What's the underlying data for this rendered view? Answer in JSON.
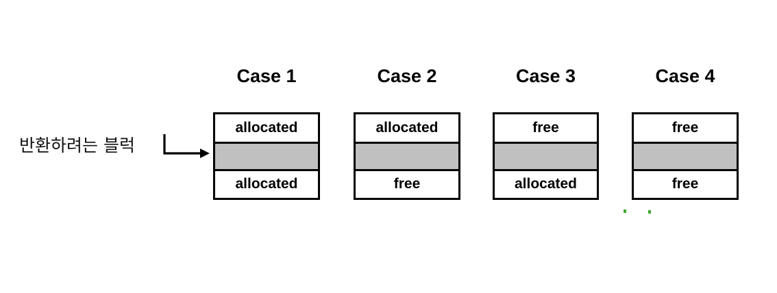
{
  "figure": {
    "background_color": "#ffffff",
    "block_border_color": "#000000",
    "target_block_fill": "#c0c0c0",
    "artifact_color": "#3ea832"
  },
  "annotation": {
    "label": "반환하려는 블럭",
    "arrow_icon": "arrow-right-icon"
  },
  "cases": [
    {
      "title": "Case 1",
      "top_label": "allocated",
      "middle_label": "",
      "bottom_label": "allocated"
    },
    {
      "title": "Case 2",
      "top_label": "allocated",
      "middle_label": "",
      "bottom_label": "free"
    },
    {
      "title": "Case 3",
      "top_label": "free",
      "middle_label": "",
      "bottom_label": "allocated"
    },
    {
      "title": "Case 4",
      "top_label": "free",
      "middle_label": "",
      "bottom_label": "free"
    }
  ]
}
